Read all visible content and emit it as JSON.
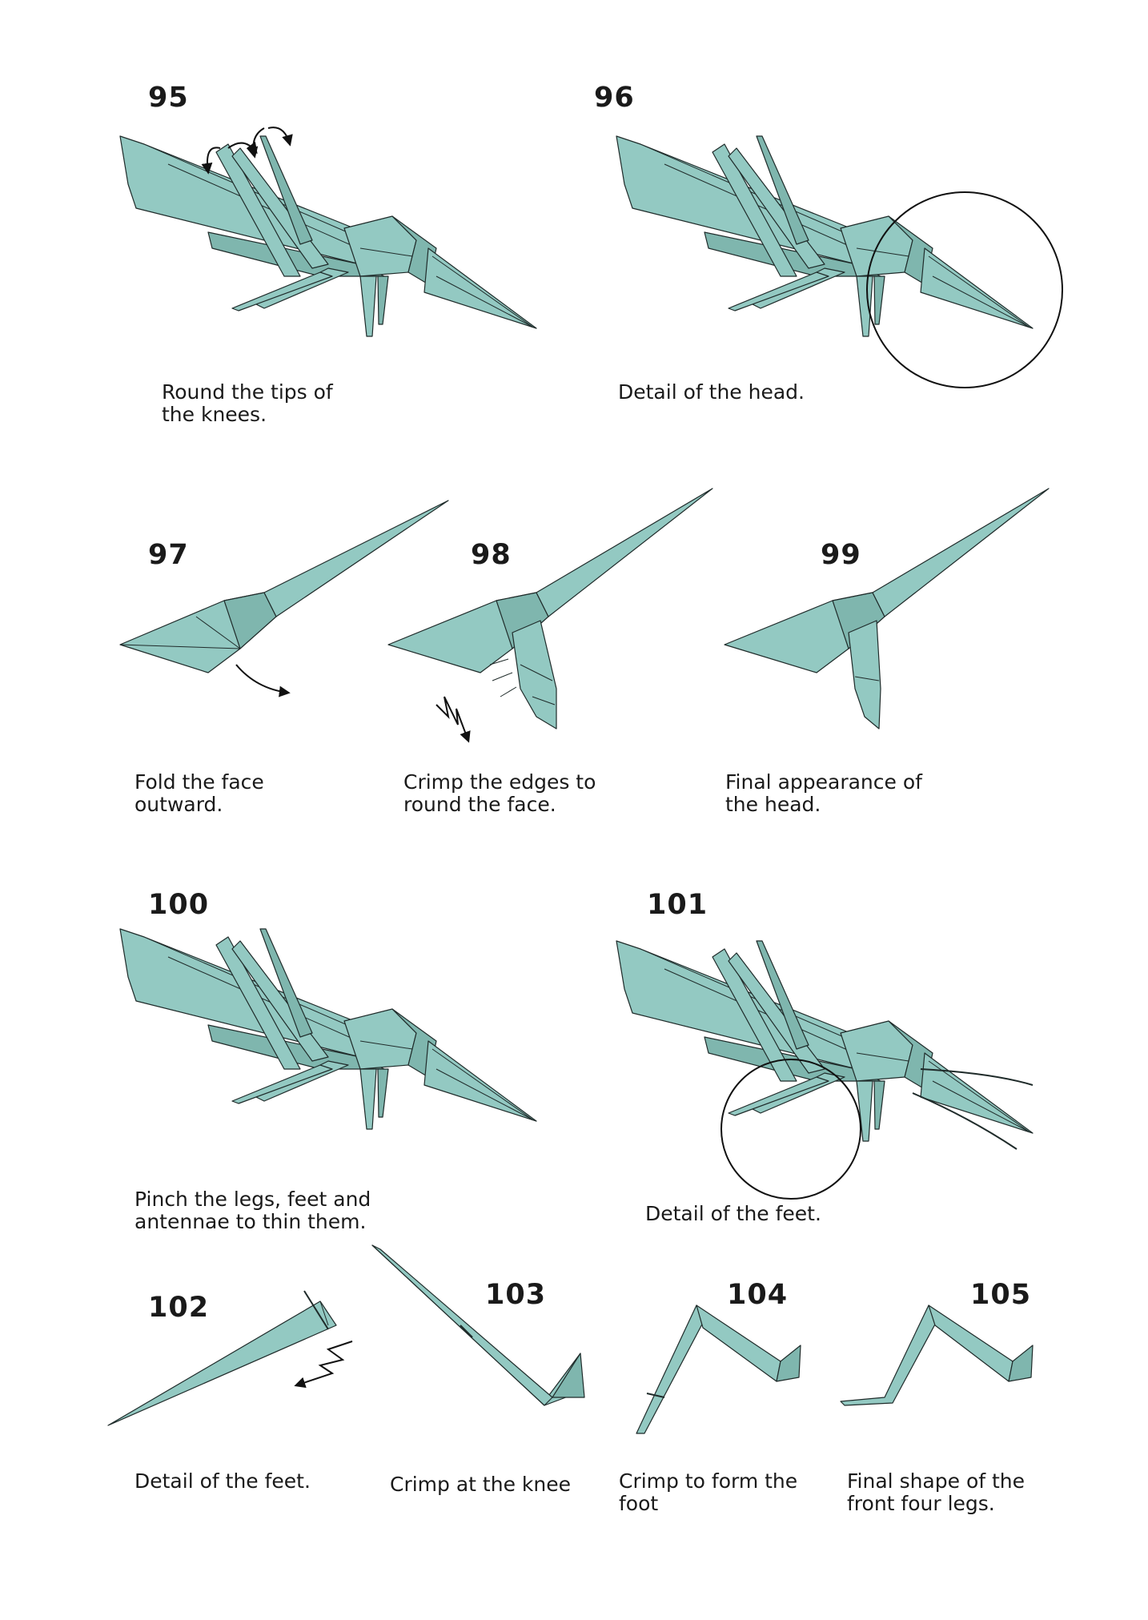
{
  "steps": [
    {
      "number": "95",
      "caption": "Round the tips of\nthe knees."
    },
    {
      "number": "96",
      "caption": "Detail of the head."
    },
    {
      "number": "97",
      "caption": "Fold the face\noutward."
    },
    {
      "number": "98",
      "caption": "Crimp the edges to\nround the face."
    },
    {
      "number": "99",
      "caption": "Final appearance of\nthe head."
    },
    {
      "number": "100",
      "caption": "Pinch the legs, feet and\nantennae to thin them."
    },
    {
      "number": "101",
      "caption": "Detail of the feet."
    },
    {
      "number": "102",
      "caption": "Detail of the feet."
    },
    {
      "number": "103",
      "caption": "Crimp at the knee"
    },
    {
      "number": "104",
      "caption": "Crimp to form the\nfoot"
    },
    {
      "number": "105",
      "caption": "Final shape of the\nfront four legs."
    }
  ],
  "colors": {
    "paper": "#93c9c2",
    "line": "#1f2b2a"
  }
}
